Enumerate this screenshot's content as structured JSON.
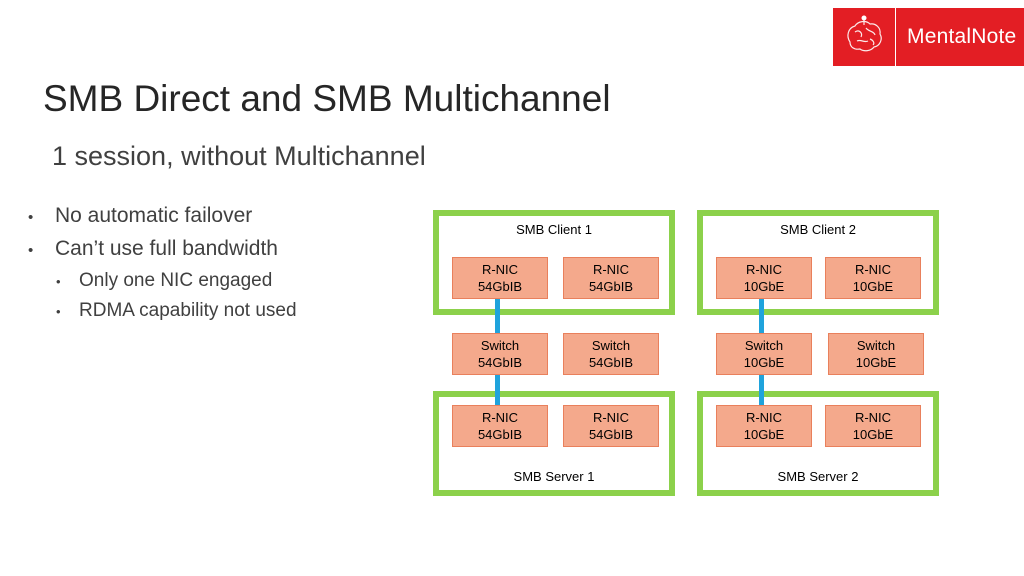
{
  "logo": {
    "brand": "MentalNote",
    "icon": "brain-icon",
    "color": "#e31e24"
  },
  "title": "SMB Direct and SMB Multichannel",
  "subtitle": "1 session, without Multichannel",
  "bullets": [
    {
      "text": "No automatic failover",
      "level": 1
    },
    {
      "text": "Can’t use full bandwidth",
      "level": 1
    },
    {
      "text": "Only one NIC engaged",
      "level": 2
    },
    {
      "text": "RDMA capability not used",
      "level": 2
    }
  ],
  "diagram": {
    "colors": {
      "group_border": "#8cd14b",
      "node_fill": "#f4a98c",
      "node_border": "#e9805c",
      "link": "#1fa3dc"
    },
    "left": {
      "client": "SMB Client 1",
      "server": "SMB Server 1",
      "client_nics": [
        {
          "l1": "R-NIC",
          "l2": "54GbIB"
        },
        {
          "l1": "R-NIC",
          "l2": "54GbIB"
        }
      ],
      "switches": [
        {
          "l1": "Switch",
          "l2": "54GbIB"
        },
        {
          "l1": "Switch",
          "l2": "54GbIB"
        }
      ],
      "server_nics": [
        {
          "l1": "R-NIC",
          "l2": "54GbIB"
        },
        {
          "l1": "R-NIC",
          "l2": "54GbIB"
        }
      ]
    },
    "right": {
      "client": "SMB Client 2",
      "server": "SMB Server 2",
      "client_nics": [
        {
          "l1": "R-NIC",
          "l2": "10GbE"
        },
        {
          "l1": "R-NIC",
          "l2": "10GbE"
        }
      ],
      "switches": [
        {
          "l1": "Switch",
          "l2": "10GbE"
        },
        {
          "l1": "Switch",
          "l2": "10GbE"
        }
      ],
      "server_nics": [
        {
          "l1": "R-NIC",
          "l2": "10GbE"
        },
        {
          "l1": "R-NIC",
          "l2": "10GbE"
        }
      ]
    }
  }
}
